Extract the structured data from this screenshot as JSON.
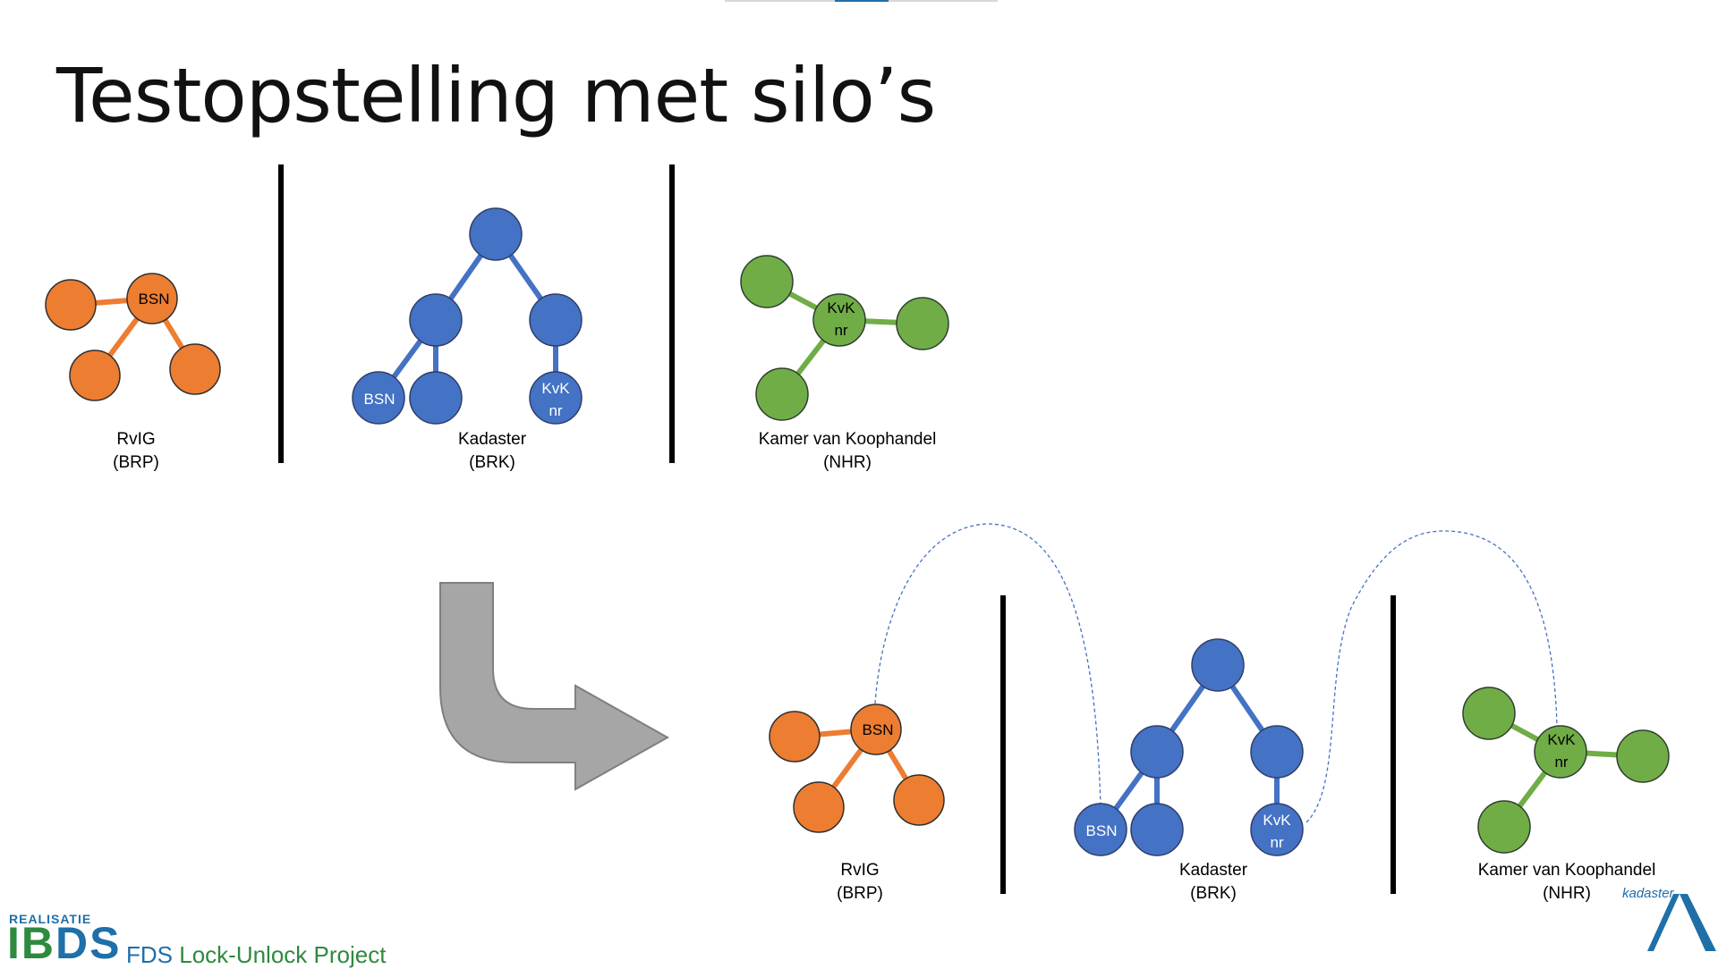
{
  "slide": {
    "title": "Testopstelling met silo’s"
  },
  "colors": {
    "orange": "#ed7d31",
    "blue": "#4472c4",
    "green": "#70ad47",
    "gray_arrow": "#a6a6a6",
    "link": "#4472c4"
  },
  "diagram": {
    "before": {
      "rvig": {
        "node_label": "BSN",
        "name": "RvIG",
        "sub": "(BRP)"
      },
      "kadaster": {
        "bsn_label": "BSN",
        "kvk_label_1": "KvK",
        "kvk_label_2": "nr",
        "name": "Kadaster",
        "sub": "(BRK)"
      },
      "kvk": {
        "kvk_label_1": "KvK",
        "kvk_label_2": "nr",
        "name": "Kamer van Koophandel",
        "sub": "(NHR)"
      }
    },
    "after": {
      "rvig": {
        "node_label": "BSN",
        "name": "RvIG",
        "sub": "(BRP)"
      },
      "kadaster": {
        "bsn_label": "BSN",
        "kvk_label_1": "KvK",
        "kvk_label_2": "nr",
        "name": "Kadaster",
        "sub": "(BRK)"
      },
      "kvk": {
        "kvk_label_1": "KvK",
        "kvk_label_2": "nr",
        "name": "Kamer van Koophandel",
        "sub": "(NHR)"
      }
    }
  },
  "footer": {
    "realisatie": "REALISATIE",
    "ibds_i": "I",
    "ibds_b": "B",
    "ibds_d": "D",
    "ibds_s": "S",
    "project_1": "FDS ",
    "project_2": "Lock-Unlock Project",
    "kadaster_logo": "kadaster"
  }
}
